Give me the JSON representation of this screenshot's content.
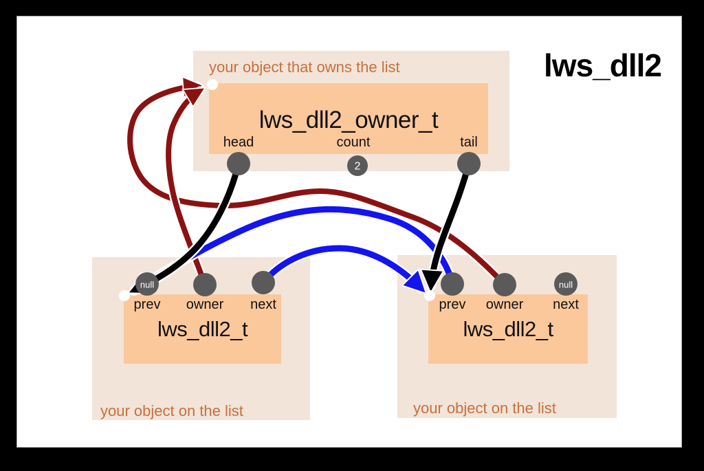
{
  "title": "lws_dll2",
  "owner_box": {
    "caption": "your object that owns the list",
    "struct_name": "lws_dll2_owner_t",
    "fields": {
      "head": "head",
      "count": "count",
      "tail": "tail"
    },
    "count_value": "2"
  },
  "left_node": {
    "caption": "your object on the list",
    "struct_name": "lws_dll2_t",
    "fields": {
      "prev": "prev",
      "owner": "owner",
      "next": "next"
    },
    "prev_value": "null"
  },
  "right_node": {
    "caption": "your object on the list",
    "struct_name": "lws_dll2_t",
    "fields": {
      "prev": "prev",
      "owner": "owner",
      "next": "next"
    },
    "next_value": "null"
  },
  "colors": {
    "arrow_black": "#000000",
    "arrow_blue": "#1414ee",
    "arrow_maroon": "#8b1212",
    "circle_gray": "#5a5a5a",
    "box_outer": "#f2e4d9",
    "box_inner": "#fbc89c",
    "caption_orange": "#c8703c",
    "casing_white": "#ffffff"
  },
  "edges": [
    {
      "name": "owner-head-to-first-node",
      "from": "owner.head",
      "to": "node1",
      "color": "#000000"
    },
    {
      "name": "owner-tail-to-last-node",
      "from": "owner.tail",
      "to": "node2",
      "color": "#000000"
    },
    {
      "name": "node1-owner-to-owner",
      "from": "node1.owner",
      "to": "owner",
      "color": "#8b1212"
    },
    {
      "name": "node2-owner-to-owner",
      "from": "node2.owner",
      "to": "owner",
      "color": "#8b1212"
    },
    {
      "name": "node1-next-to-node2",
      "from": "node1.next",
      "to": "node2",
      "color": "#1414ee"
    },
    {
      "name": "node2-prev-to-node1",
      "from": "node2.prev",
      "to": "node1",
      "color": "#1414ee"
    }
  ]
}
